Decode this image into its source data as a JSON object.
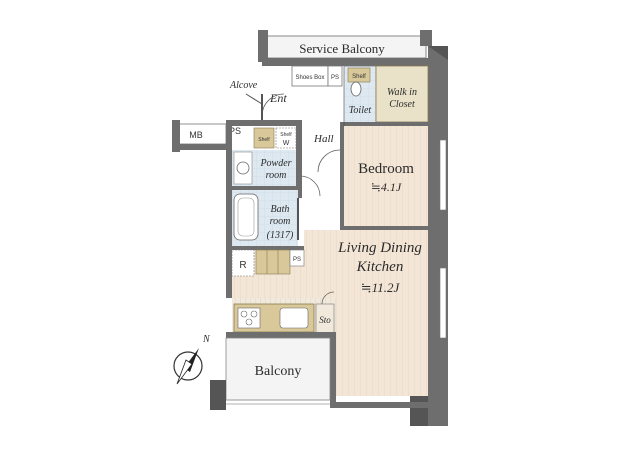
{
  "floorplan": {
    "service_balcony": "Service Balcony",
    "shoes_box": "Shoes Box",
    "ps": "PS",
    "shelf": "Shelf",
    "toilet": "Toilet",
    "walk_in_closet_1": "Walk in",
    "walk_in_closet_2": "Closet",
    "alcove": "Alcove",
    "ent": "Ent",
    "hall": "Hall",
    "mb": "MB",
    "shelf_w": "W",
    "powder_room_1": "Powder",
    "powder_room_2": "room",
    "bath_room_1": "Bath",
    "bath_room_2": "room",
    "bath_room_3": "(1317)",
    "bedroom": "Bedroom",
    "bedroom_size": "≒4.1J",
    "ldk_1": "Living Dining",
    "ldk_2": "Kitchen",
    "ldk_size": "≒11.2J",
    "refrigerator": "R",
    "storage": "Sto",
    "balcony": "Balcony",
    "north": "N"
  },
  "colors": {
    "wall": "#6e6e6e",
    "wood_floor": "#f3e6d7",
    "tile": "#dbe6ee",
    "closet": "#e9e2c8",
    "kitchen_counter": "#d8c89a",
    "balcony": "#f2f2f2"
  }
}
